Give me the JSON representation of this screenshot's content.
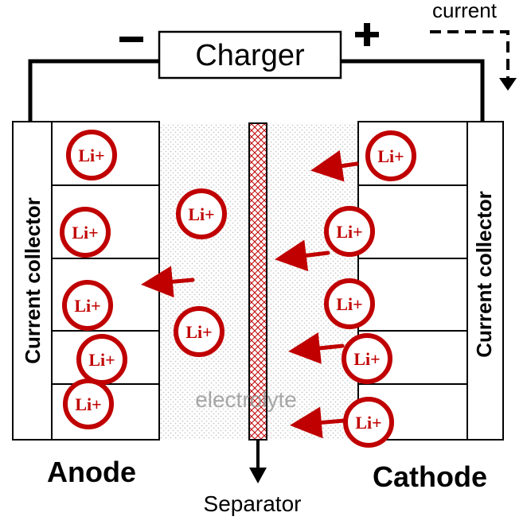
{
  "charger": {
    "label": "Charger",
    "minus": "−",
    "plus": "+"
  },
  "current_label": "current",
  "anode": {
    "label": "Anode",
    "collector": "Current collector"
  },
  "cathode": {
    "label": "Cathode",
    "collector": "Current collector"
  },
  "electrolyte_label": "electrolyte",
  "separator_label": "Separator",
  "ion_label": "Li+",
  "colors": {
    "ion": "#c00000",
    "line": "#000000",
    "electrolyte_gray": "#999999"
  }
}
